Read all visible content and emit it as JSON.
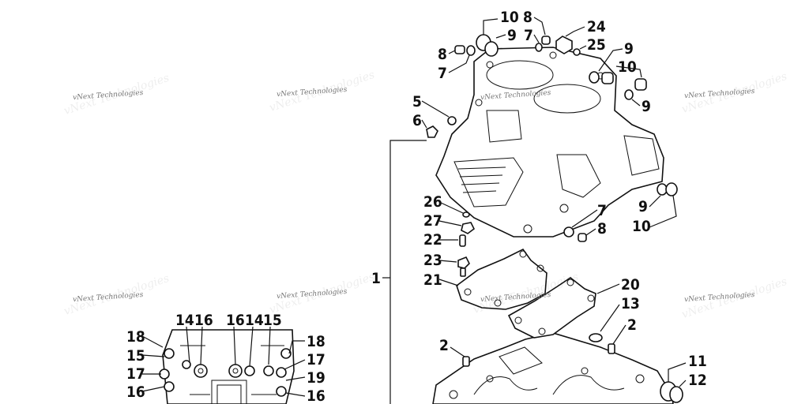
{
  "watermark": "vNext Technologies",
  "callouts": {
    "c1": "1",
    "c2a": "2",
    "c2b": "2",
    "c5": "5",
    "c6": "6",
    "c7a": "7",
    "c7b": "7",
    "c7c": "7",
    "c8a": "8",
    "c8b": "8",
    "c8c": "8",
    "c9a": "9",
    "c9b": "9",
    "c9c": "9",
    "c9d": "9",
    "c10a": "10",
    "c10b": "10",
    "c10c": "10",
    "c11": "11",
    "c12": "12",
    "c13": "13",
    "c14a": "14",
    "c14b": "14",
    "c15a": "15",
    "c15b": "15",
    "c16a": "16",
    "c16b": "16",
    "c16c": "16",
    "c16d": "16",
    "c17a": "17",
    "c17b": "17",
    "c18a": "18",
    "c18b": "18",
    "c19": "19",
    "c20": "20",
    "c21": "21",
    "c22": "22",
    "c23": "23",
    "c24": "24",
    "c25": "25",
    "c26": "26",
    "c27": "27"
  }
}
